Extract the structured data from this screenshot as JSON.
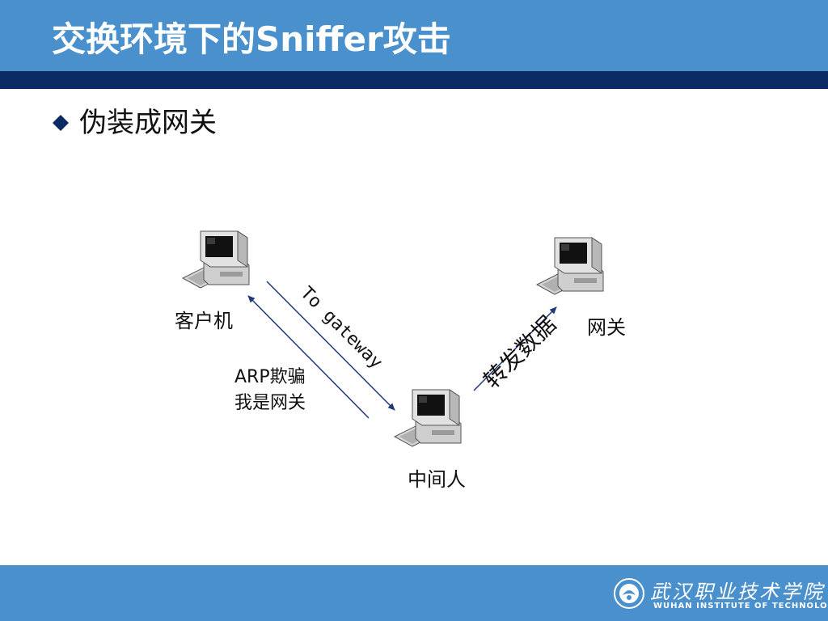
{
  "slide": {
    "title": "交换环境下的Sniffer攻击",
    "bullet": "伪装成网关"
  },
  "diagram": {
    "nodes": {
      "client": "客户机",
      "gateway": "网关",
      "mitm": "中间人"
    },
    "edges": {
      "to_gateway": "To gateway",
      "arp_line1": "ARP欺骗",
      "arp_line2": "我是网关",
      "forward": "转发数据"
    }
  },
  "footer": {
    "logo_cn": "武汉职业技术学院",
    "logo_en": "WUHAN INSTITUTE OF TECHNOLOGY"
  },
  "colors": {
    "header": "#4a90cc",
    "header_rule": "#0c2a63",
    "arrow": "#1f3a7a",
    "bullet": "#0c2a63"
  }
}
